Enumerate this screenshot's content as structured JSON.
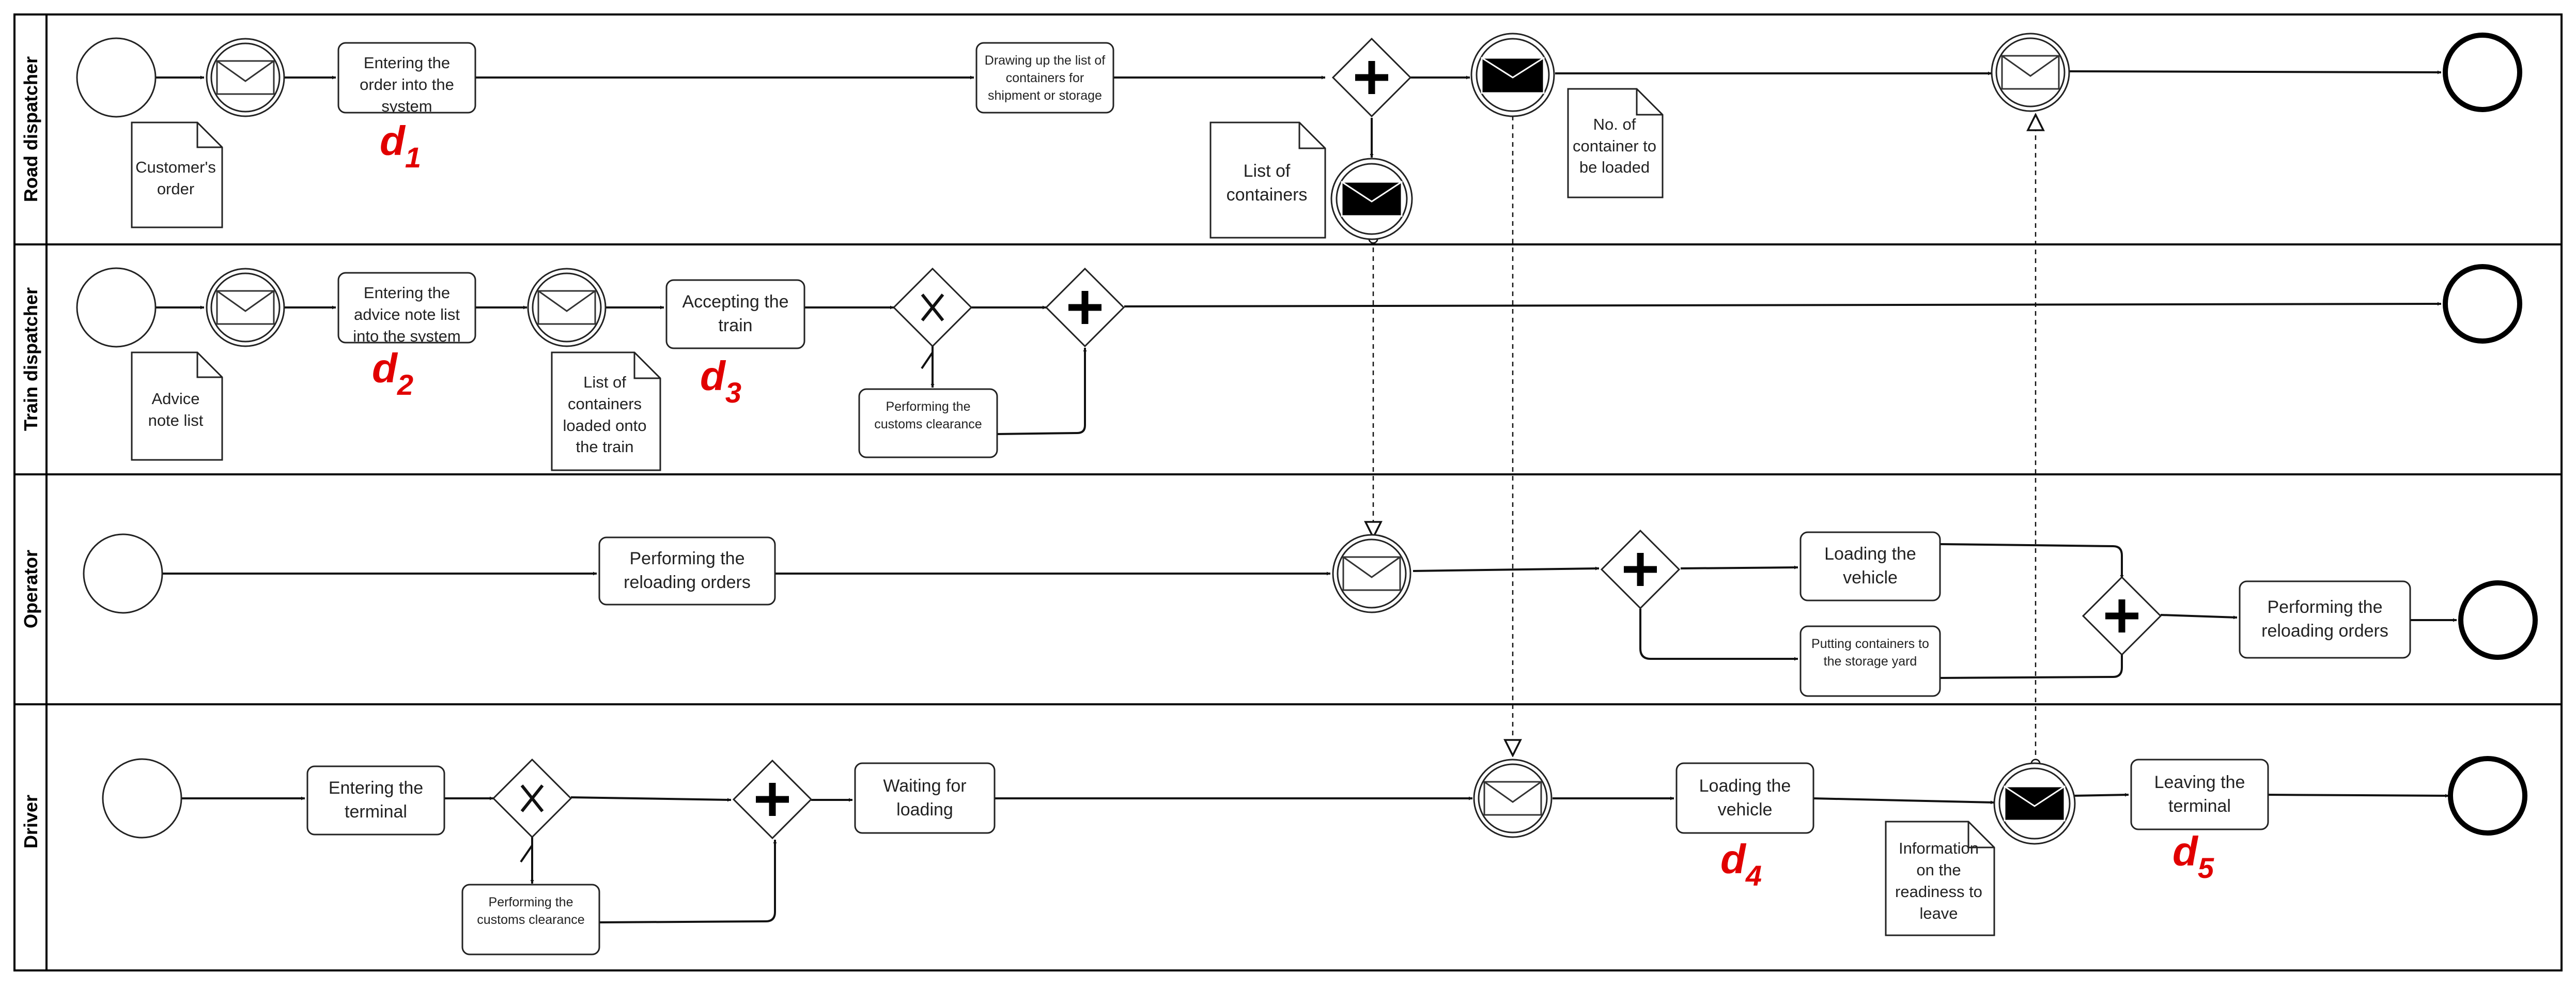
{
  "lanes": {
    "road": "Road dispatcher",
    "train": "Train dispatcher",
    "operator": "Operator",
    "driver": "Driver"
  },
  "tasks": {
    "road_enter_order": "Entering the order into the system",
    "road_drawing_list": "Drawing up the list of containers for shipment or storage",
    "train_enter_advice": "Entering the advice note list into the system",
    "train_accepting": "Accepting the train",
    "train_customs": "Performing the customs clearance",
    "op_reloading_1": "Performing the reloading orders",
    "op_loading_vehicle": "Loading the vehicle",
    "op_putting_containers": "Putting containers to the storage yard",
    "op_reloading_2": "Performing the reloading orders",
    "drv_entering_terminal": "Entering the terminal",
    "drv_customs": "Performing the customs clearance",
    "drv_waiting": "Waiting for loading",
    "drv_loading_vehicle": "Loading the vehicle",
    "drv_leaving": "Leaving the terminal"
  },
  "documents": {
    "customers_order": "Customer's order",
    "list_of_containers": "List of containers",
    "no_of_container": "No. of container to be loaded",
    "advice_note_list": "Advice note list",
    "containers_loaded": "List of containers loaded onto the train",
    "info_readiness": "Information on the readiness to leave"
  },
  "markers": {
    "d1": {
      "letter": "d",
      "sub": "1"
    },
    "d2": {
      "letter": "d",
      "sub": "2"
    },
    "d3": {
      "letter": "d",
      "sub": "3"
    },
    "d4": {
      "letter": "d",
      "sub": "4"
    },
    "d5": {
      "letter": "d",
      "sub": "5"
    }
  },
  "colors": {
    "marker": "#e10000",
    "stroke": "#222222",
    "message_fill": "#000000"
  }
}
